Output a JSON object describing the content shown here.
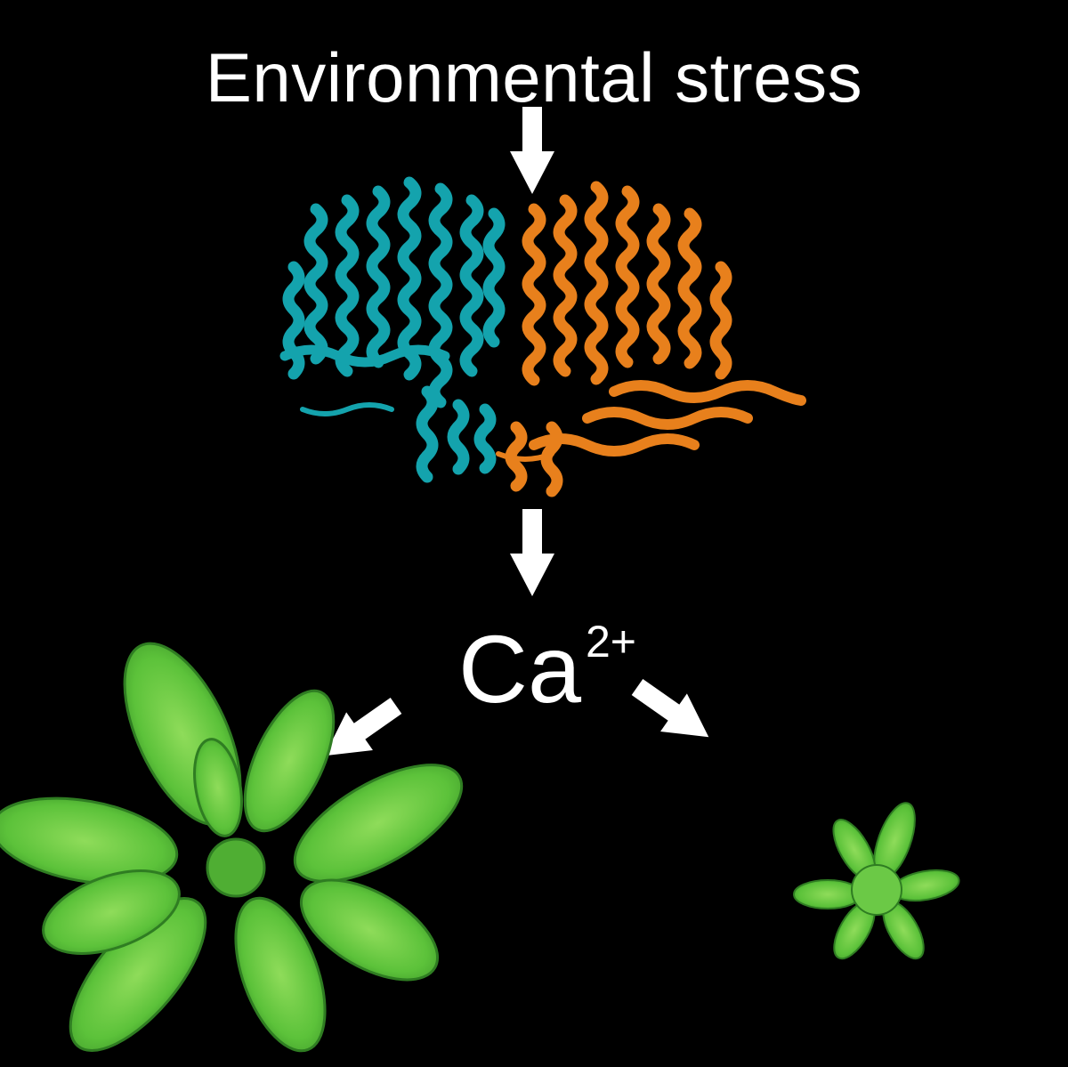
{
  "diagram": {
    "title": "Environmental stress",
    "ion": {
      "symbol": "Ca",
      "charge": "2+"
    },
    "colors": {
      "background": "#000000",
      "text": "#ffffff",
      "protein_subunit_a": "#14a3ad",
      "protein_subunit_b": "#e8801c",
      "plant_leaf": "#5cc23a",
      "plant_leaf_dark": "#2f7d22"
    }
  }
}
